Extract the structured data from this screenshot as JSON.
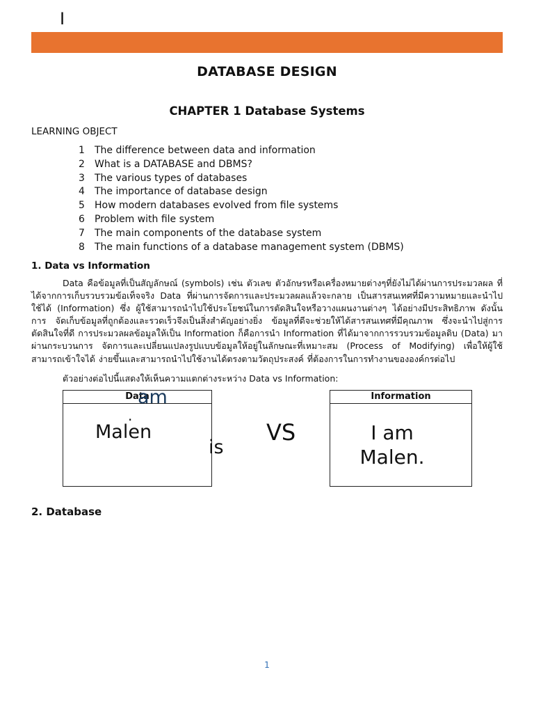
{
  "document": {
    "cursor_mark": "I",
    "title": "DATABASE DESIGN",
    "chapter_title": "CHAPTER 1 Database Systems",
    "learning_heading": "LEARNING OBJECT",
    "objectives": [
      {
        "num": "1",
        "text": "The difference between data and information"
      },
      {
        "num": "2",
        "text": "What is a DATABASE and DBMS?"
      },
      {
        "num": "3",
        "text": "The various types of databases"
      },
      {
        "num": "4",
        "text": "The importance of database design"
      },
      {
        "num": "5",
        "text": "How modern databases evolved from file systems"
      },
      {
        "num": "6",
        "text": "Problem with file system"
      },
      {
        "num": "7",
        "text": "The main components of the database system"
      },
      {
        "num": "8",
        "text": "The main functions of a database management system (DBMS)"
      }
    ],
    "section1_heading": "1. Data vs Information",
    "section1_paragraph": "Data คือข้อมูลที่เป็นสัญลักษณ์ (symbols) เช่น ตัวเลข ตัวอักษรหรือเครื่องหมายต่างๆที่ยังไม่ได้ผ่านการประมวลผล ที่ได้จากการเก็บรวบรวมข้อเท็จจริง Data ที่ผ่านการจัดการและประมวลผลแล้วจะกลาย เป็นสารสนเทศที่มีความหมายและนำไปใช้ได้ (Information) ซึ่ง ผู้ใช้สามารถนำไปใช้ประโยชน์ในการตัดสินใจหรือวางแผนงานต่างๆ ได้อย่างมีประสิทธิภาพ ดังนั้นการ จัดเก็บข้อมูลที่ถูกต้องและรวดเร็วจึงเป็นสิ่งสำคัญอย่างยิ่ง ข้อมูลที่ดีจะช่วยให้ได้สารสนเทศที่มีคุณภาพ ซึ่งจะนำไปสู่การตัดสินใจที่ดี การประมวลผลข้อมูลให้เป็น Information ก็คือการนำ Information ที่ได้มาจากการรวบรวมข้อมูลดิบ (Data) มาผ่านกระบวนการ จัดการและเปลี่ยนแปลงรูปแบบข้อมูลให้อยู่ในลักษณะที่เหมาะสม (Process of Modifying) เพื่อให้ผู้ใช้สามารถเข้าใจได้ ง่ายขึ้นและสามารถนำไปใช้งานได้ตรงตามวัตถุประสงค์ ที่ต้องการในการทำงานขององค์กรต่อไป",
    "section1_intro": "ตัวอย่างต่อไปนี้แสดงให้เห็นความแตกต่างระหว่าง Data vs Information:",
    "data_box_label": "Data",
    "data_words": {
      "malen": "Malen",
      "am": "am",
      "dot": ".",
      "is": "is"
    },
    "vs_label": "VS",
    "info_box_label": "Information",
    "info_box_text_line1": "I am",
    "info_box_text_line2": "Malen.",
    "section2_heading": "2. Database",
    "page_number": "1",
    "accent_color": "#e8732f"
  }
}
